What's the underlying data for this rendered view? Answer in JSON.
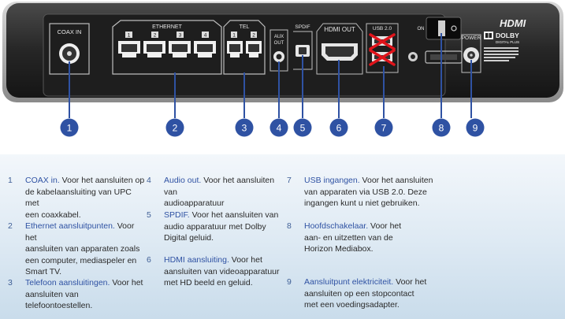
{
  "device": {
    "ports": {
      "coax": "COAX IN",
      "ethernet": "ETHERNET",
      "ethernet_numbers": [
        "1",
        "2",
        "3",
        "4"
      ],
      "tel": "TEL",
      "tel_numbers": [
        "1",
        "2"
      ],
      "aux": "AUX",
      "aux_out": "OUT",
      "spdif": "SPDIF",
      "hdmi": "HDMI OUT",
      "usb": "USB 2.0",
      "switch_on": "ON",
      "power": "POWER"
    },
    "brand": {
      "hdmi": "HDMI",
      "dolby": "DOLBY",
      "dolby_sub": "DIGITAL PLUS"
    }
  },
  "callouts": [
    "1",
    "2",
    "3",
    "4",
    "5",
    "6",
    "7",
    "8",
    "9"
  ],
  "colors": {
    "callout": "#2f52a3",
    "callout_line": "#2f52a3",
    "legend_title": "#2f52a3",
    "device_body": "#2b2b2b",
    "usb_cross": "#e0141b"
  },
  "legend": [
    {
      "num": "1",
      "title": "COAX in.",
      "lines": [
        " Voor het aansluiten op",
        "de kabelaansluiting van UPC met",
        "een coaxkabel."
      ]
    },
    {
      "num": "2",
      "title": "Ethernet aansluitpunten.",
      "lines": [
        " Voor het",
        "aansluiten van apparaten zoals",
        "een computer, mediaspeler en",
        "Smart TV."
      ]
    },
    {
      "num": "3",
      "title": "Telefoon aansluitingen.",
      "lines": [
        " Voor het",
        "aansluiten van telefoontoestellen."
      ]
    },
    {
      "num": "4",
      "title": "Audio out.",
      "lines": [
        " Voor het aansluiten van",
        "audioapparatuur"
      ]
    },
    {
      "num": "5",
      "title": "SPDIF.",
      "lines": [
        " Voor het aansluiten van",
        "audio apparatuur met Dolby",
        "Digital geluid."
      ]
    },
    {
      "num": "6",
      "title": "HDMI aansluiting.",
      "lines": [
        " Voor het",
        "aansluiten van videoapparatuur",
        "met HD beeld en geluid."
      ]
    },
    {
      "num": "7",
      "title": "USB ingangen.",
      "lines": [
        " Voor het aansluiten",
        "van apparaten via USB 2.0. Deze",
        "ingangen kunt u niet gebruiken."
      ]
    },
    {
      "num": "8",
      "title": "Hoofdschakelaar.",
      "lines": [
        " Voor het",
        "aan- en uitzetten van de",
        "Horizon Mediabox."
      ]
    },
    {
      "num": "9",
      "title": "Aansluitpunt elektriciteit.",
      "lines": [
        " Voor het",
        "aansluiten op een stopcontact",
        "met een voedingsadapter."
      ]
    }
  ]
}
